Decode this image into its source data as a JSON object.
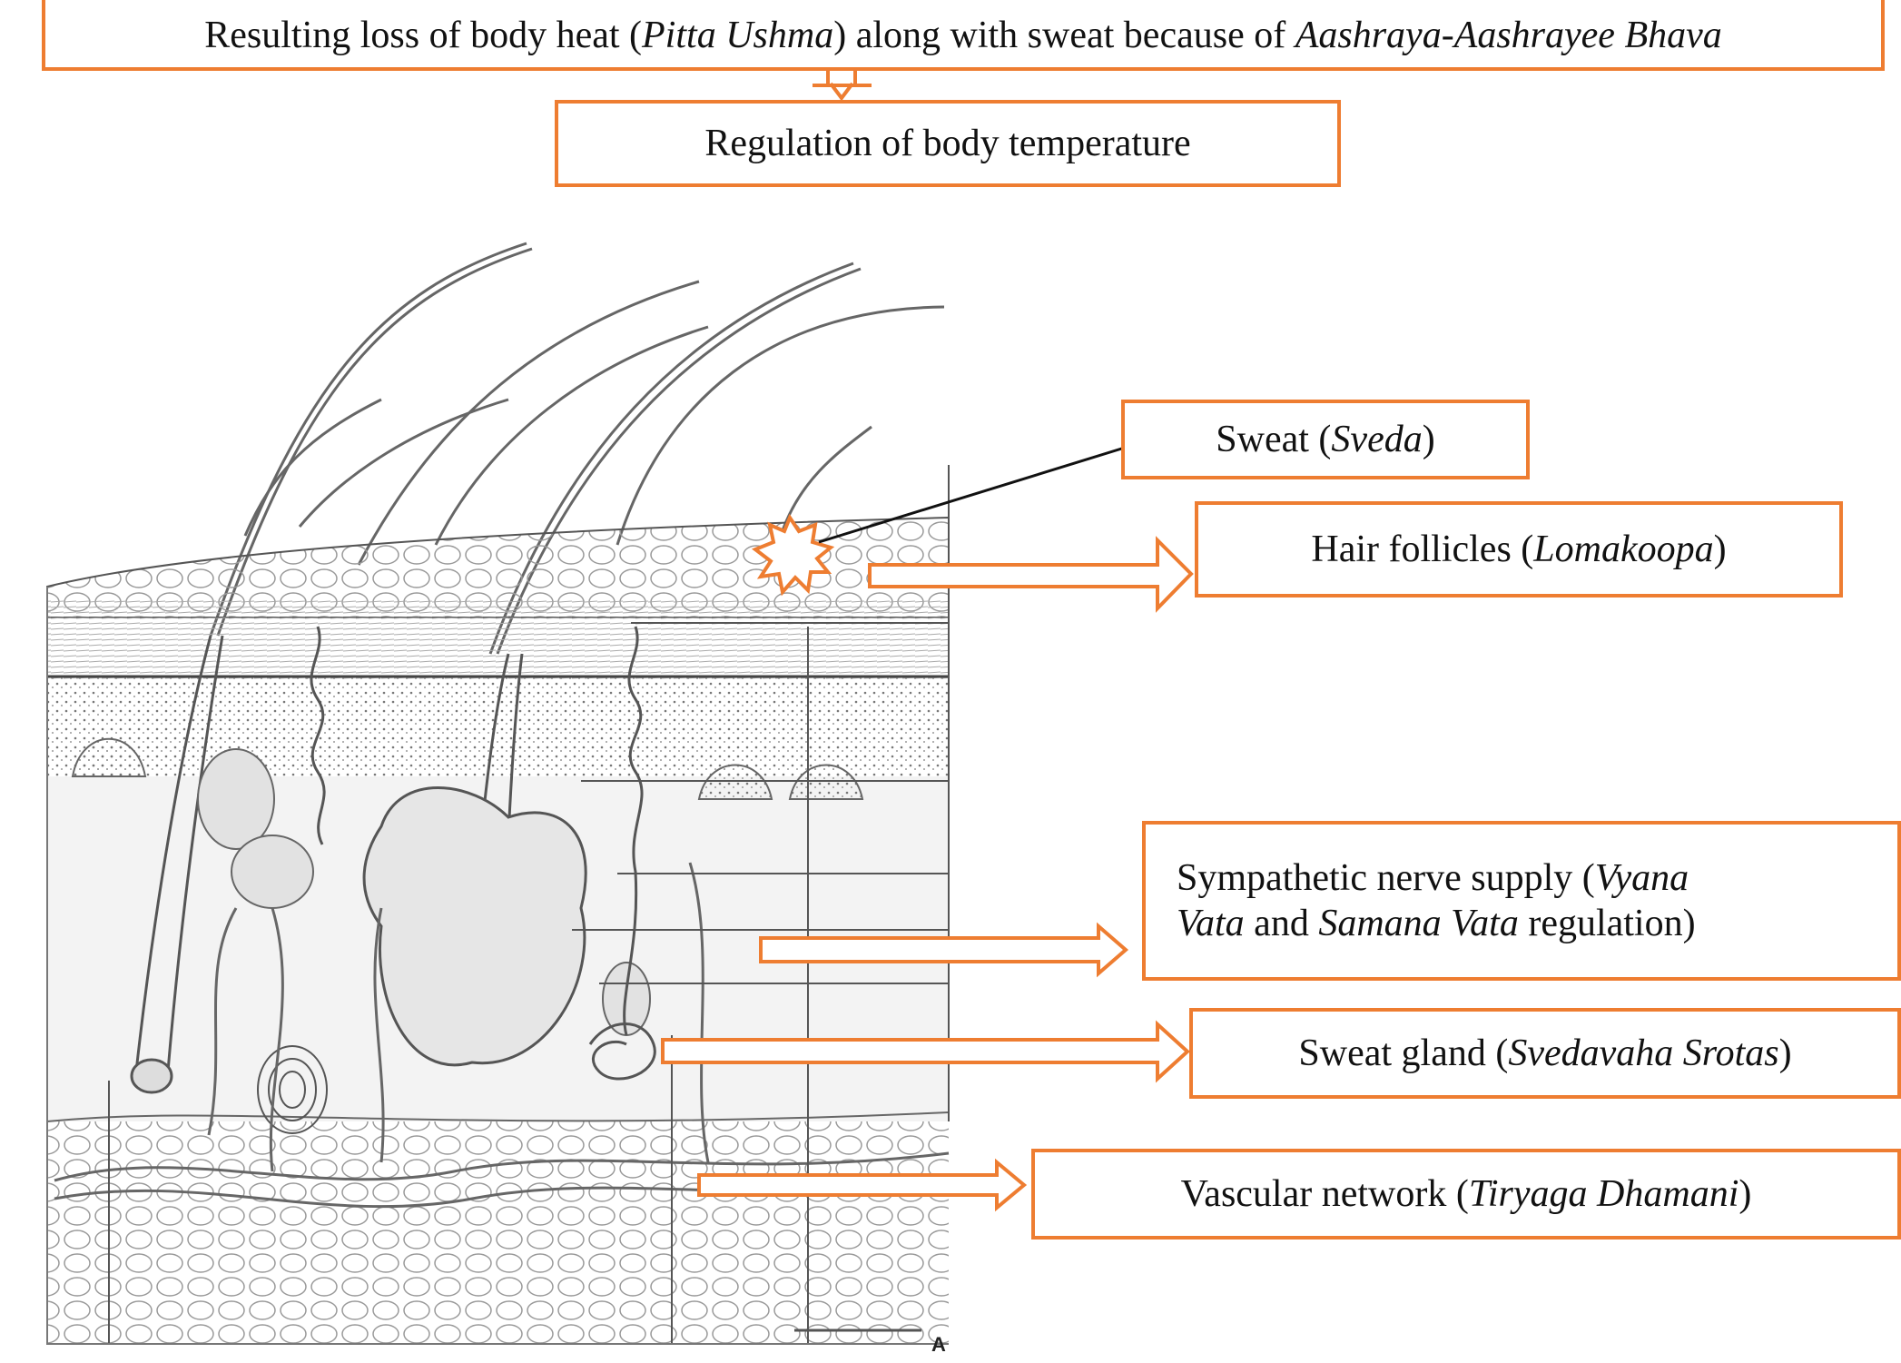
{
  "top_box": {
    "prefix": "Resulting loss of body heat (",
    "italic1": "Pitta Ushma",
    "middle": ") along with sweat because of ",
    "italic2": "Aashraya-Aashrayee Bhava"
  },
  "regulation_box": {
    "text": "Regulation of body temperature"
  },
  "labels": {
    "sweat": {
      "prefix": "Sweat (",
      "italic": "Sveda",
      "suffix": ")"
    },
    "hair_follicles": {
      "prefix": "Hair follicles (",
      "italic": "Lomakoopa",
      "suffix": ")"
    },
    "sympathetic": {
      "prefix": "Sympathetic nerve supply (",
      "italic1": "Vyana",
      "italic2": "Vata",
      "mid": " and ",
      "italic3": "Samana Vata",
      "suffix": " regulation)"
    },
    "sweat_gland": {
      "prefix": "Sweat gland (",
      "italic": "Svedavaha Srotas",
      "suffix": ")"
    },
    "vascular": {
      "prefix": "Vascular network (",
      "italic": "Tiryaga Dhamani",
      "suffix": ")"
    }
  },
  "illustration": {
    "corner_letter": "A",
    "subject": "skin cross-section"
  },
  "colors": {
    "accent": "#ee7d31",
    "arrow_black": "#111111",
    "line_gray": "#555555"
  }
}
